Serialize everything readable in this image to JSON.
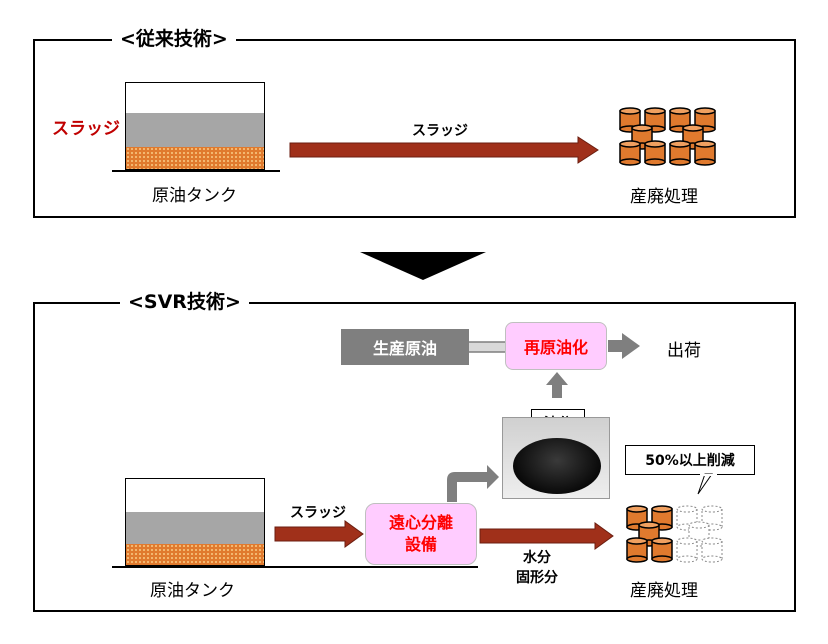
{
  "conventional": {
    "title": "<従来技術>",
    "tank_label": "原油タンク",
    "sludge_callout": "スラッジ",
    "arrow_label": "スラッジ",
    "disposal_label": "産廃処理"
  },
  "svr": {
    "title": "<SVR技術>",
    "tank_label": "原油タンク",
    "sludge_arrow_label": "スラッジ",
    "centrifuge_label": "遠心分離\n設備",
    "oil_fraction_label": "油分",
    "water_solid_label": "水分\n固形分",
    "crude_oil_label": "生産原油",
    "reoil_label": "再原油化",
    "shipment_label": "出荷",
    "reduction_callout": "50%以上削減",
    "disposal_label": "産廃処理"
  },
  "colors": {
    "sludge": "#e07a2e",
    "arrow_red": "#a0301a",
    "sludge_text": "#c00000",
    "pink_box": "#ffccff",
    "red_text": "#ff0000",
    "gray_box": "#7f7f7f",
    "gray_arrow": "#7f7f7f"
  },
  "icons": {
    "drums": "oil-drum-stack-icon",
    "down_arrow": "down-triangle-icon",
    "photo": "oil-sample-photo"
  }
}
